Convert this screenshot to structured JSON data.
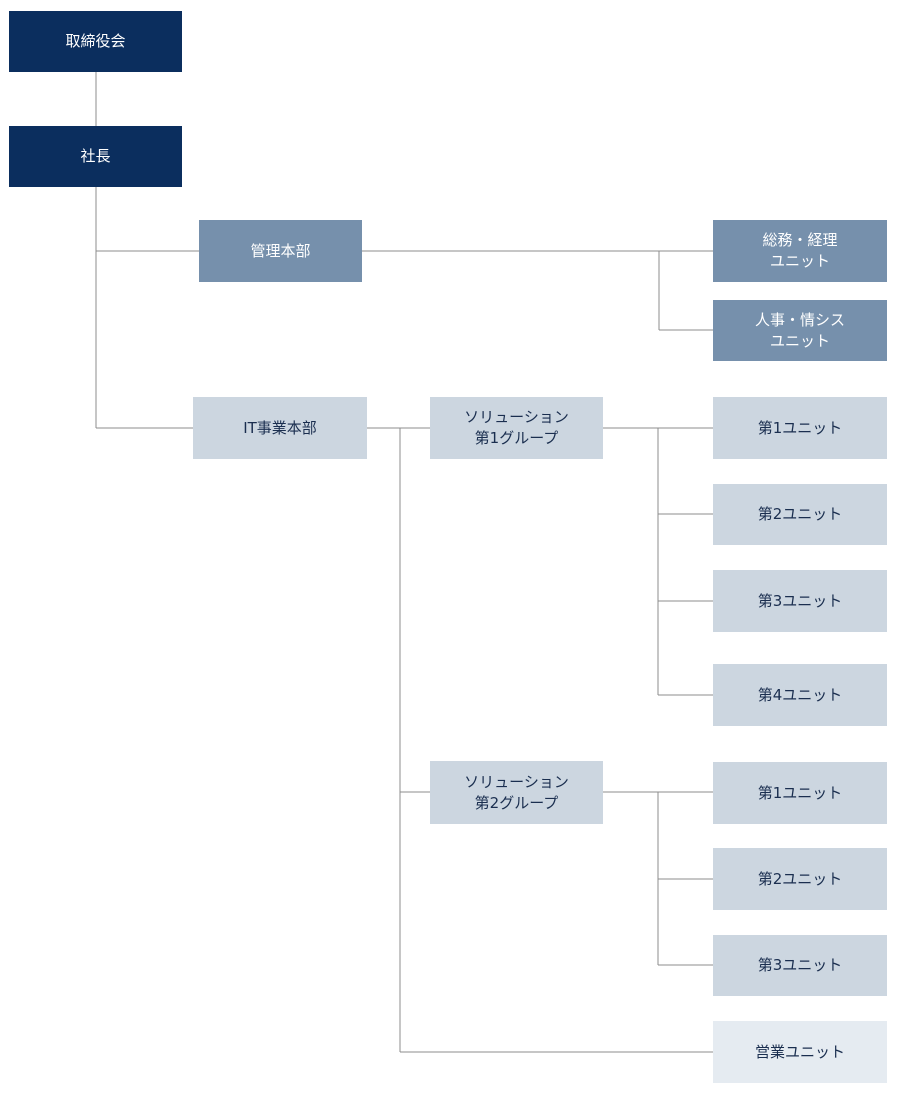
{
  "org": {
    "board": "取締役会",
    "president": "社長",
    "admin_division": "管理本部",
    "admin_units": [
      "総務・経理\nユニット",
      "人事・情シス\nユニット"
    ],
    "it_division": "IT事業本部",
    "solution_group_1": "ソリューション\n第1グループ",
    "group_1_units": [
      "第1ユニット",
      "第2ユニット",
      "第3ユニット",
      "第4ユニット"
    ],
    "solution_group_2": "ソリューション\n第2グループ",
    "group_2_units": [
      "第1ユニット",
      "第2ユニット",
      "第3ユニット"
    ],
    "sales_unit": "営業ユニット"
  },
  "colors": {
    "executive": "#0b2e5e",
    "admin": "#7690ac",
    "business": "#ccd6e0",
    "sales": "#e5ebf1",
    "connector": "#8c8c8c"
  }
}
